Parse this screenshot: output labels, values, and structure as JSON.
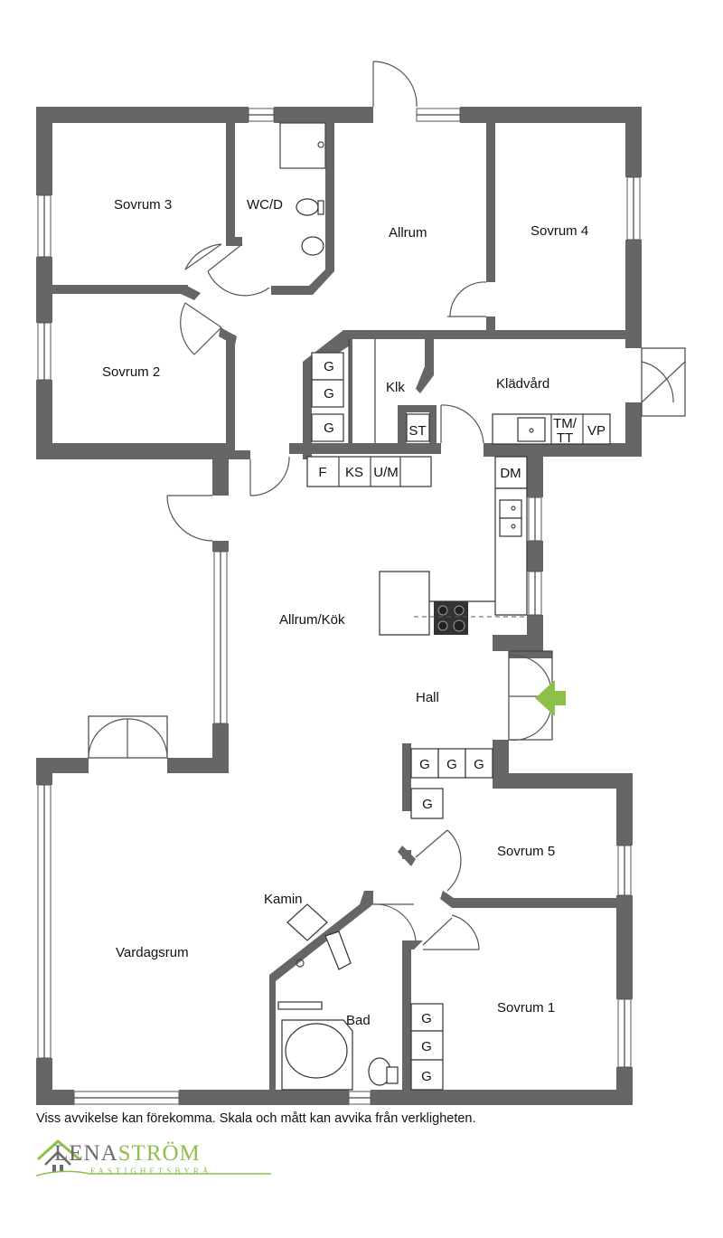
{
  "rooms": {
    "sovrum3": "Sovrum 3",
    "wcd": "WC/D",
    "allrum": "Allrum",
    "sovrum4": "Sovrum 4",
    "sovrum2": "Sovrum 2",
    "klk": "Klk",
    "kladvard": "Klädvård",
    "allrum_kok": "Allrum/Kök",
    "hall": "Hall",
    "sovrum5": "Sovrum 5",
    "kamin": "Kamin",
    "vardagsrum": "Vardagsrum",
    "bad": "Bad",
    "sovrum1": "Sovrum 1"
  },
  "fixtures": {
    "g": "G",
    "st": "ST",
    "tm_top": "TM/",
    "tm_bottom": "TT",
    "vp": "VP",
    "f": "F",
    "ks": "KS",
    "um": "U/M",
    "dm": "DM"
  },
  "disclaimer": "Viss avvikelse kan förekomma. Skala och mått kan avvika från verkligheten.",
  "logo": {
    "name_part1": "LENA",
    "name_part2": "STRÖM",
    "subtitle": "FASTIGHETSBYRÅ"
  },
  "colors": {
    "wall": "#666666",
    "entrance_arrow": "#8cc04a",
    "logo_green": "#8cc04a",
    "logo_gray": "#6b6b6b"
  }
}
